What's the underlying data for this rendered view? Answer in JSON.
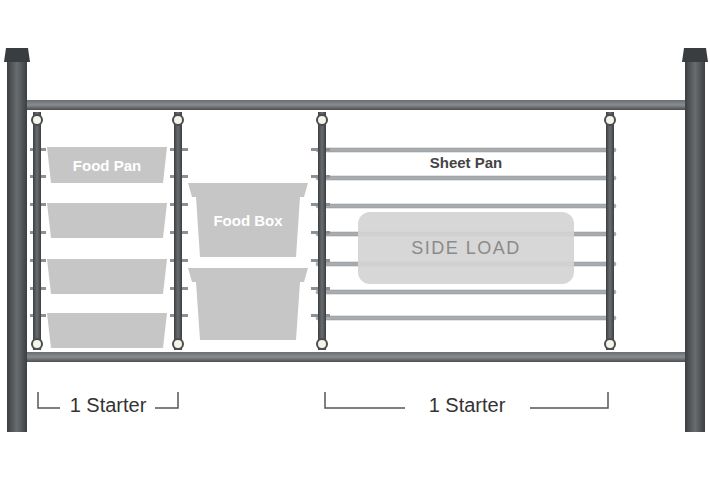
{
  "diagram": {
    "nodes": [
      {
        "text": [
          "Food Pan"
        ]
      },
      {
        "text": [
          "Food Box"
        ]
      },
      {
        "text": [
          "SIDE LOAD"
        ]
      }
    ],
    "labels": [
      "Sheet Pan",
      "1 Starter",
      "1 Starter"
    ]
  }
}
